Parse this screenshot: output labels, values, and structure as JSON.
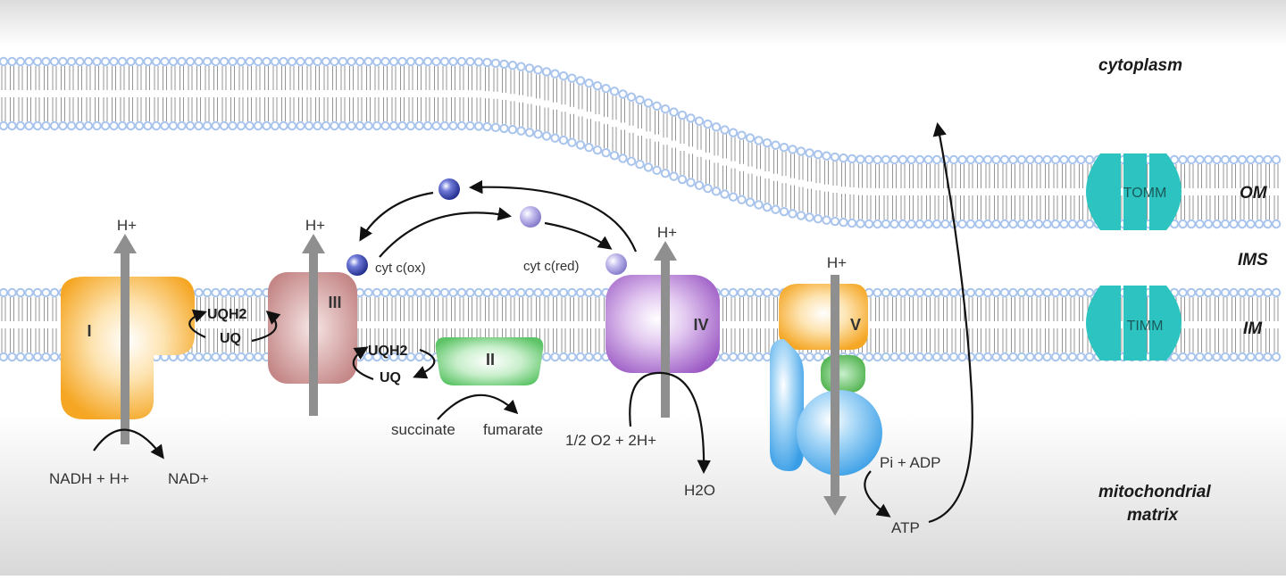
{
  "regions": {
    "cytoplasm": "cytoplasm",
    "om": "OM",
    "ims": "IMS",
    "im": "IM",
    "matrix_line1": "mitochondrial",
    "matrix_line2": "matrix"
  },
  "complexes": {
    "c1": "I",
    "c2": "II",
    "c3": "III",
    "c4": "IV",
    "c5": "V",
    "tomm": "TOMM",
    "timm": "TIMM"
  },
  "proton_labels": {
    "c1": "H+",
    "c3": "H+",
    "c4": "H+",
    "c5": "H+"
  },
  "quinones": {
    "c1_uqh2": "UQH2",
    "c1_uq": "UQ",
    "c3_uqh2": "UQH2",
    "c3_uq": "UQ"
  },
  "cytochrome": {
    "ox": "cyt c(ox)",
    "red": "cyt c(red)"
  },
  "substrates": {
    "nadh": "NADH + H+",
    "nad": "NAD+",
    "succinate": "succinate",
    "fumarate": "fumarate",
    "oxygen": "1/2 O2 + 2H+",
    "water": "H2O",
    "pi_adp": "Pi + ADP",
    "atp": "ATP"
  },
  "colors": {
    "lipid_head": "#a9c4ec",
    "lipid_tail": "#8a8a8a",
    "complex_i": "#f5a623",
    "complex_ii": "#5cc466",
    "complex_iii": "#c48686",
    "complex_iv": "#9b59c4",
    "complex_v_top": "#f5a623",
    "complex_v_stalk": "#4ab048",
    "complex_v_bottom": "#3a9ee6",
    "translocase": "#2dc3c0",
    "cyt_c_ox": "#2e3da6",
    "cyt_c_red": "#9a92d8",
    "proton_arrow": "#8f8f8f"
  }
}
